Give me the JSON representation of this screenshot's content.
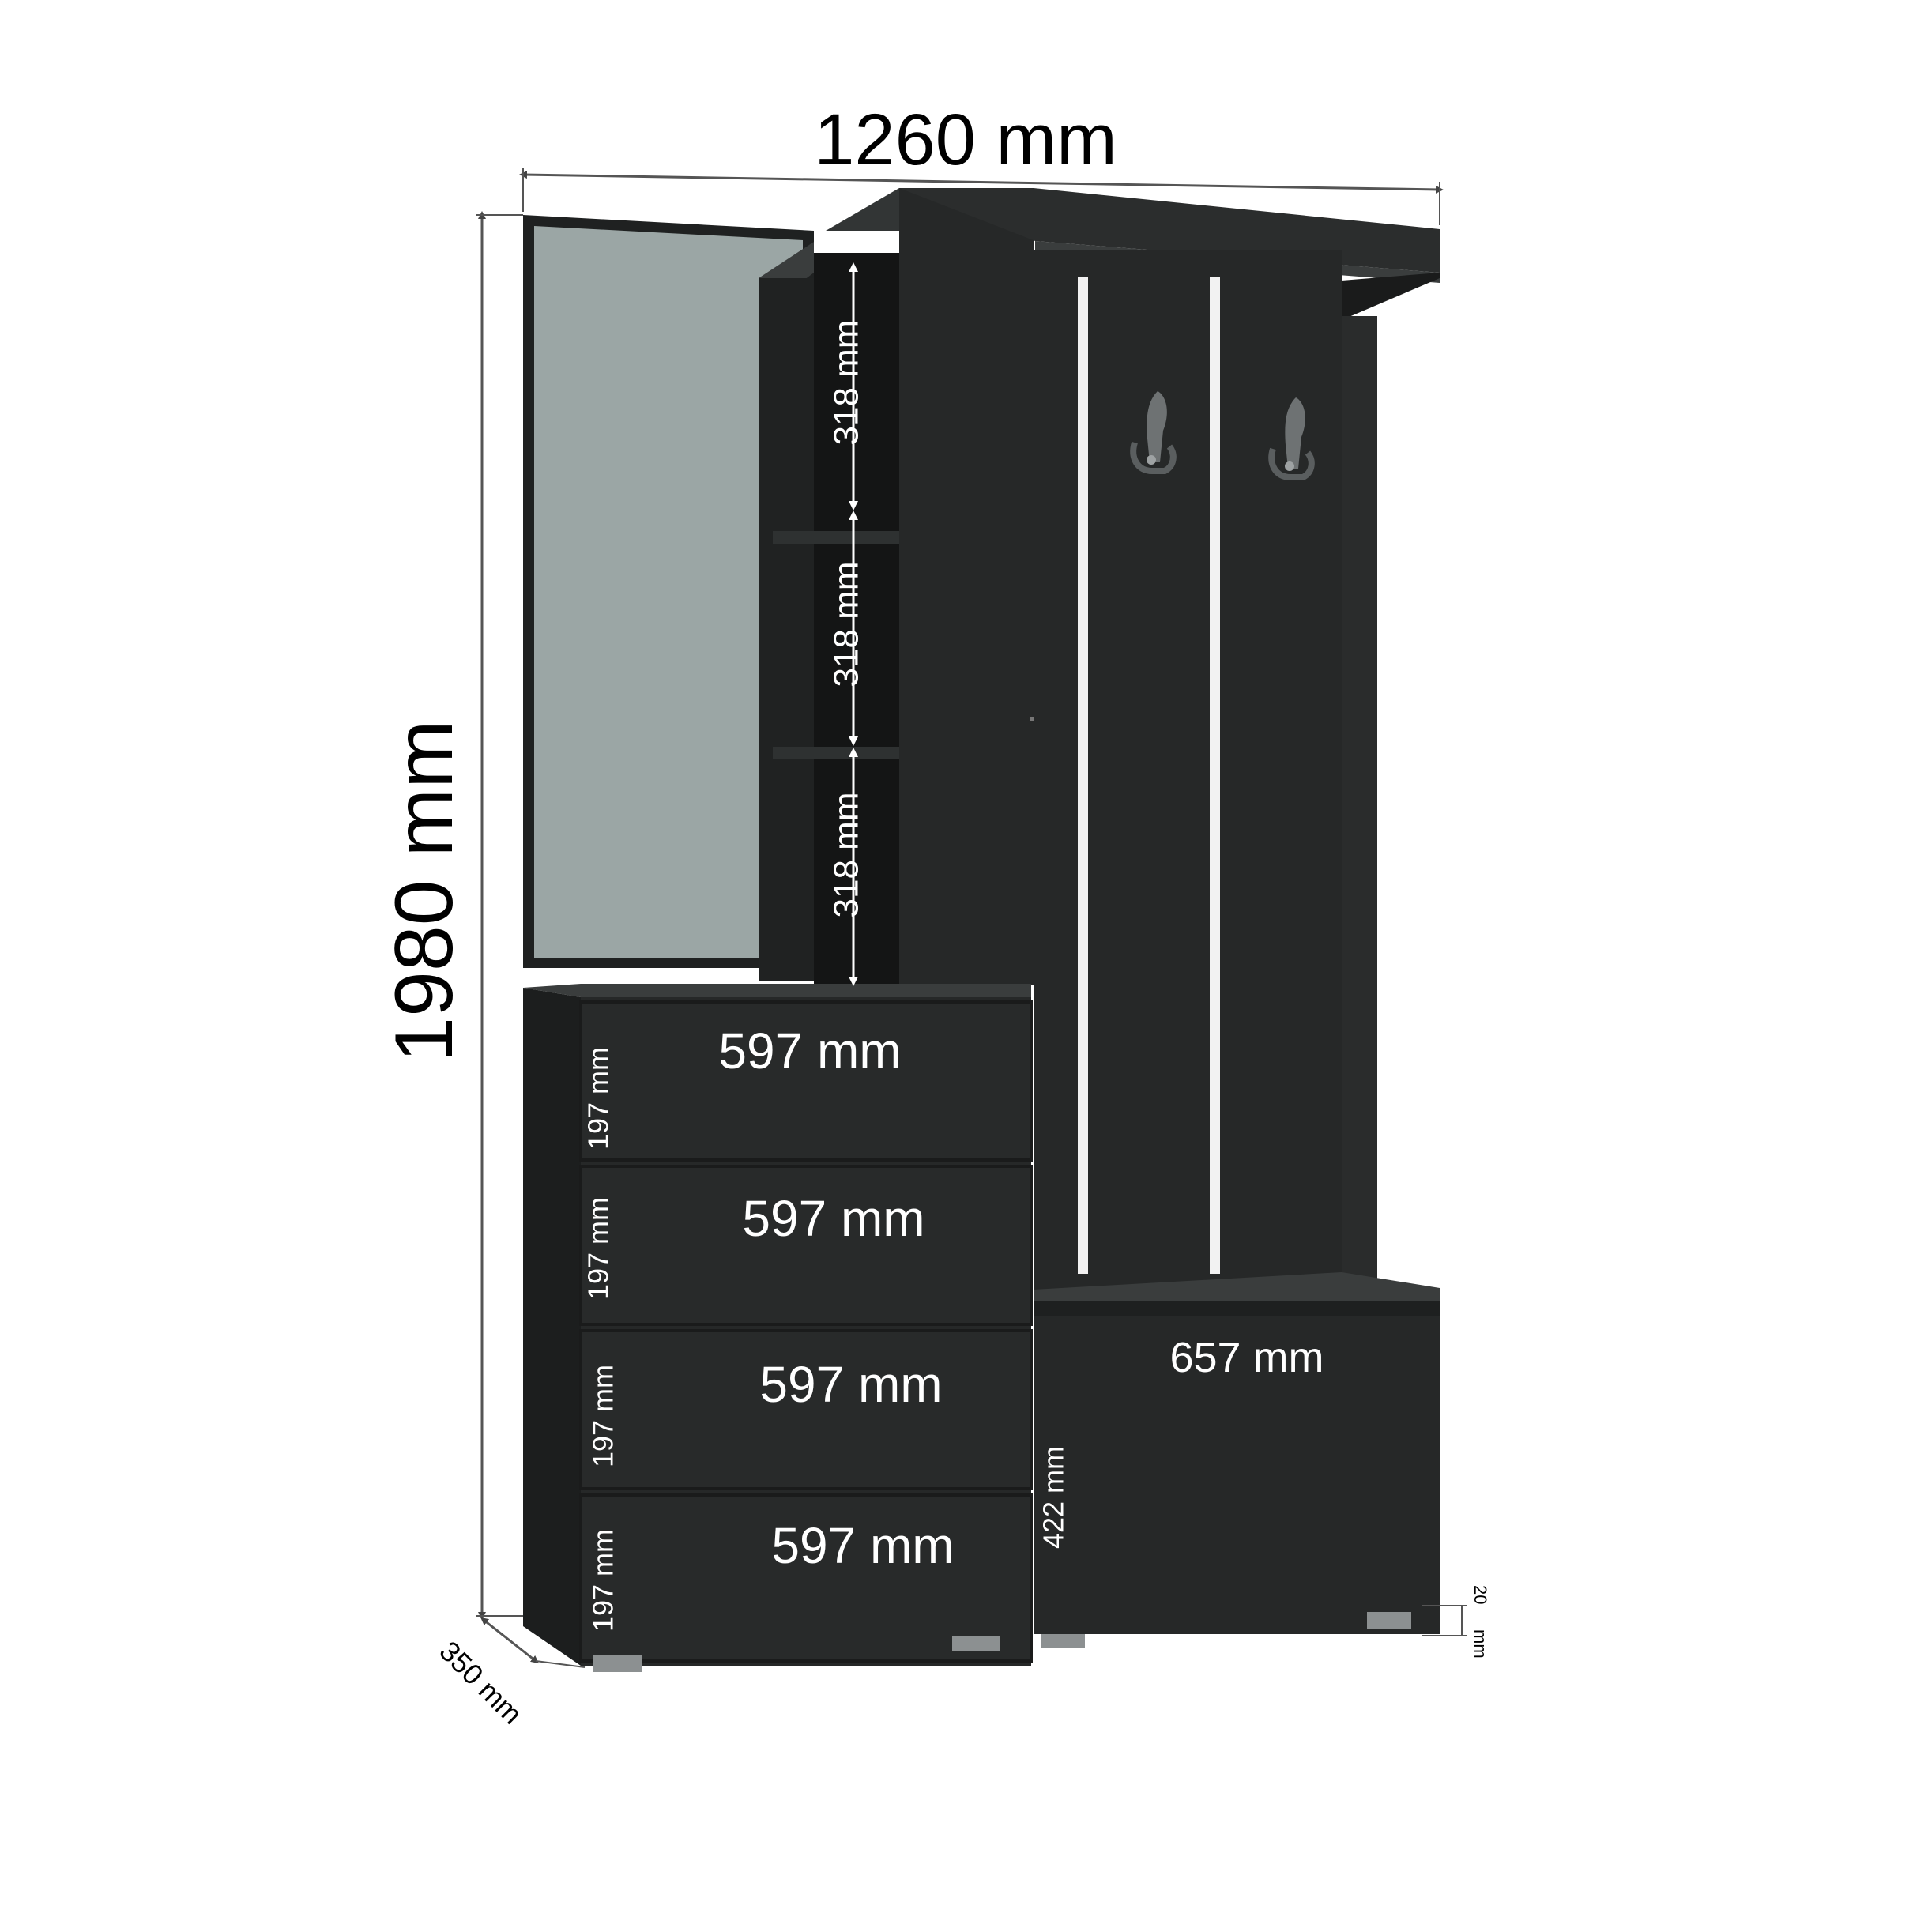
{
  "dimensions": {
    "total_width": "1260 mm",
    "total_height": "1980 mm",
    "depth": "350 mm",
    "shelf_heights": [
      "318 mm",
      "318 mm",
      "318 mm"
    ],
    "drawer_widths": [
      "597 mm",
      "597 mm",
      "597 mm",
      "597 mm"
    ],
    "drawer_heights": [
      "197 mm",
      "197 mm",
      "197 mm",
      "197 mm"
    ],
    "cabinet_width": "657 mm",
    "cabinet_height": "422 mm",
    "leg_height": {
      "value": "20",
      "unit": "mm"
    }
  },
  "colors": {
    "body": "#262828",
    "body_dark": "#1c1e1e",
    "body_light": "#3a3d3d",
    "mirror": "#9ba6a5",
    "slot": "#f2f2f2",
    "hook": "#6e7273",
    "feet": "#8c9091",
    "dimension_line": "#555555",
    "text_dark": "#000000",
    "text_light": "#ffffff"
  }
}
